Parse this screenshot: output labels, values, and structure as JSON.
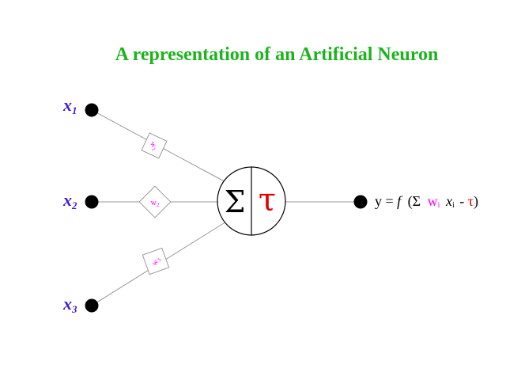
{
  "title": "A representation of an Artificial Neuron",
  "inputs": [
    {
      "main": "x",
      "sub": "1"
    },
    {
      "main": "x",
      "sub": "2"
    },
    {
      "main": "x",
      "sub": "3"
    }
  ],
  "weights": [
    {
      "main": "w",
      "sub": "1"
    },
    {
      "main": "w",
      "sub": "2"
    },
    {
      "main": "w",
      "sub": "3"
    }
  ],
  "neuron": {
    "sum_symbol": "Σ",
    "threshold_symbol": "τ"
  },
  "output_formula": {
    "y": "y",
    "equals": "=",
    "f": "f",
    "open": "(Σ",
    "w": "w",
    "w_sub": "i",
    "x": "x",
    "x_sub": "i",
    "minus": "-",
    "tau": "τ",
    "close": ")"
  },
  "colors": {
    "title": "#1db31d",
    "input_label": "#3a1fd6",
    "weight": "#ff00ff",
    "threshold": "#e00000",
    "text": "#000000",
    "line": "#9a9a9a"
  }
}
